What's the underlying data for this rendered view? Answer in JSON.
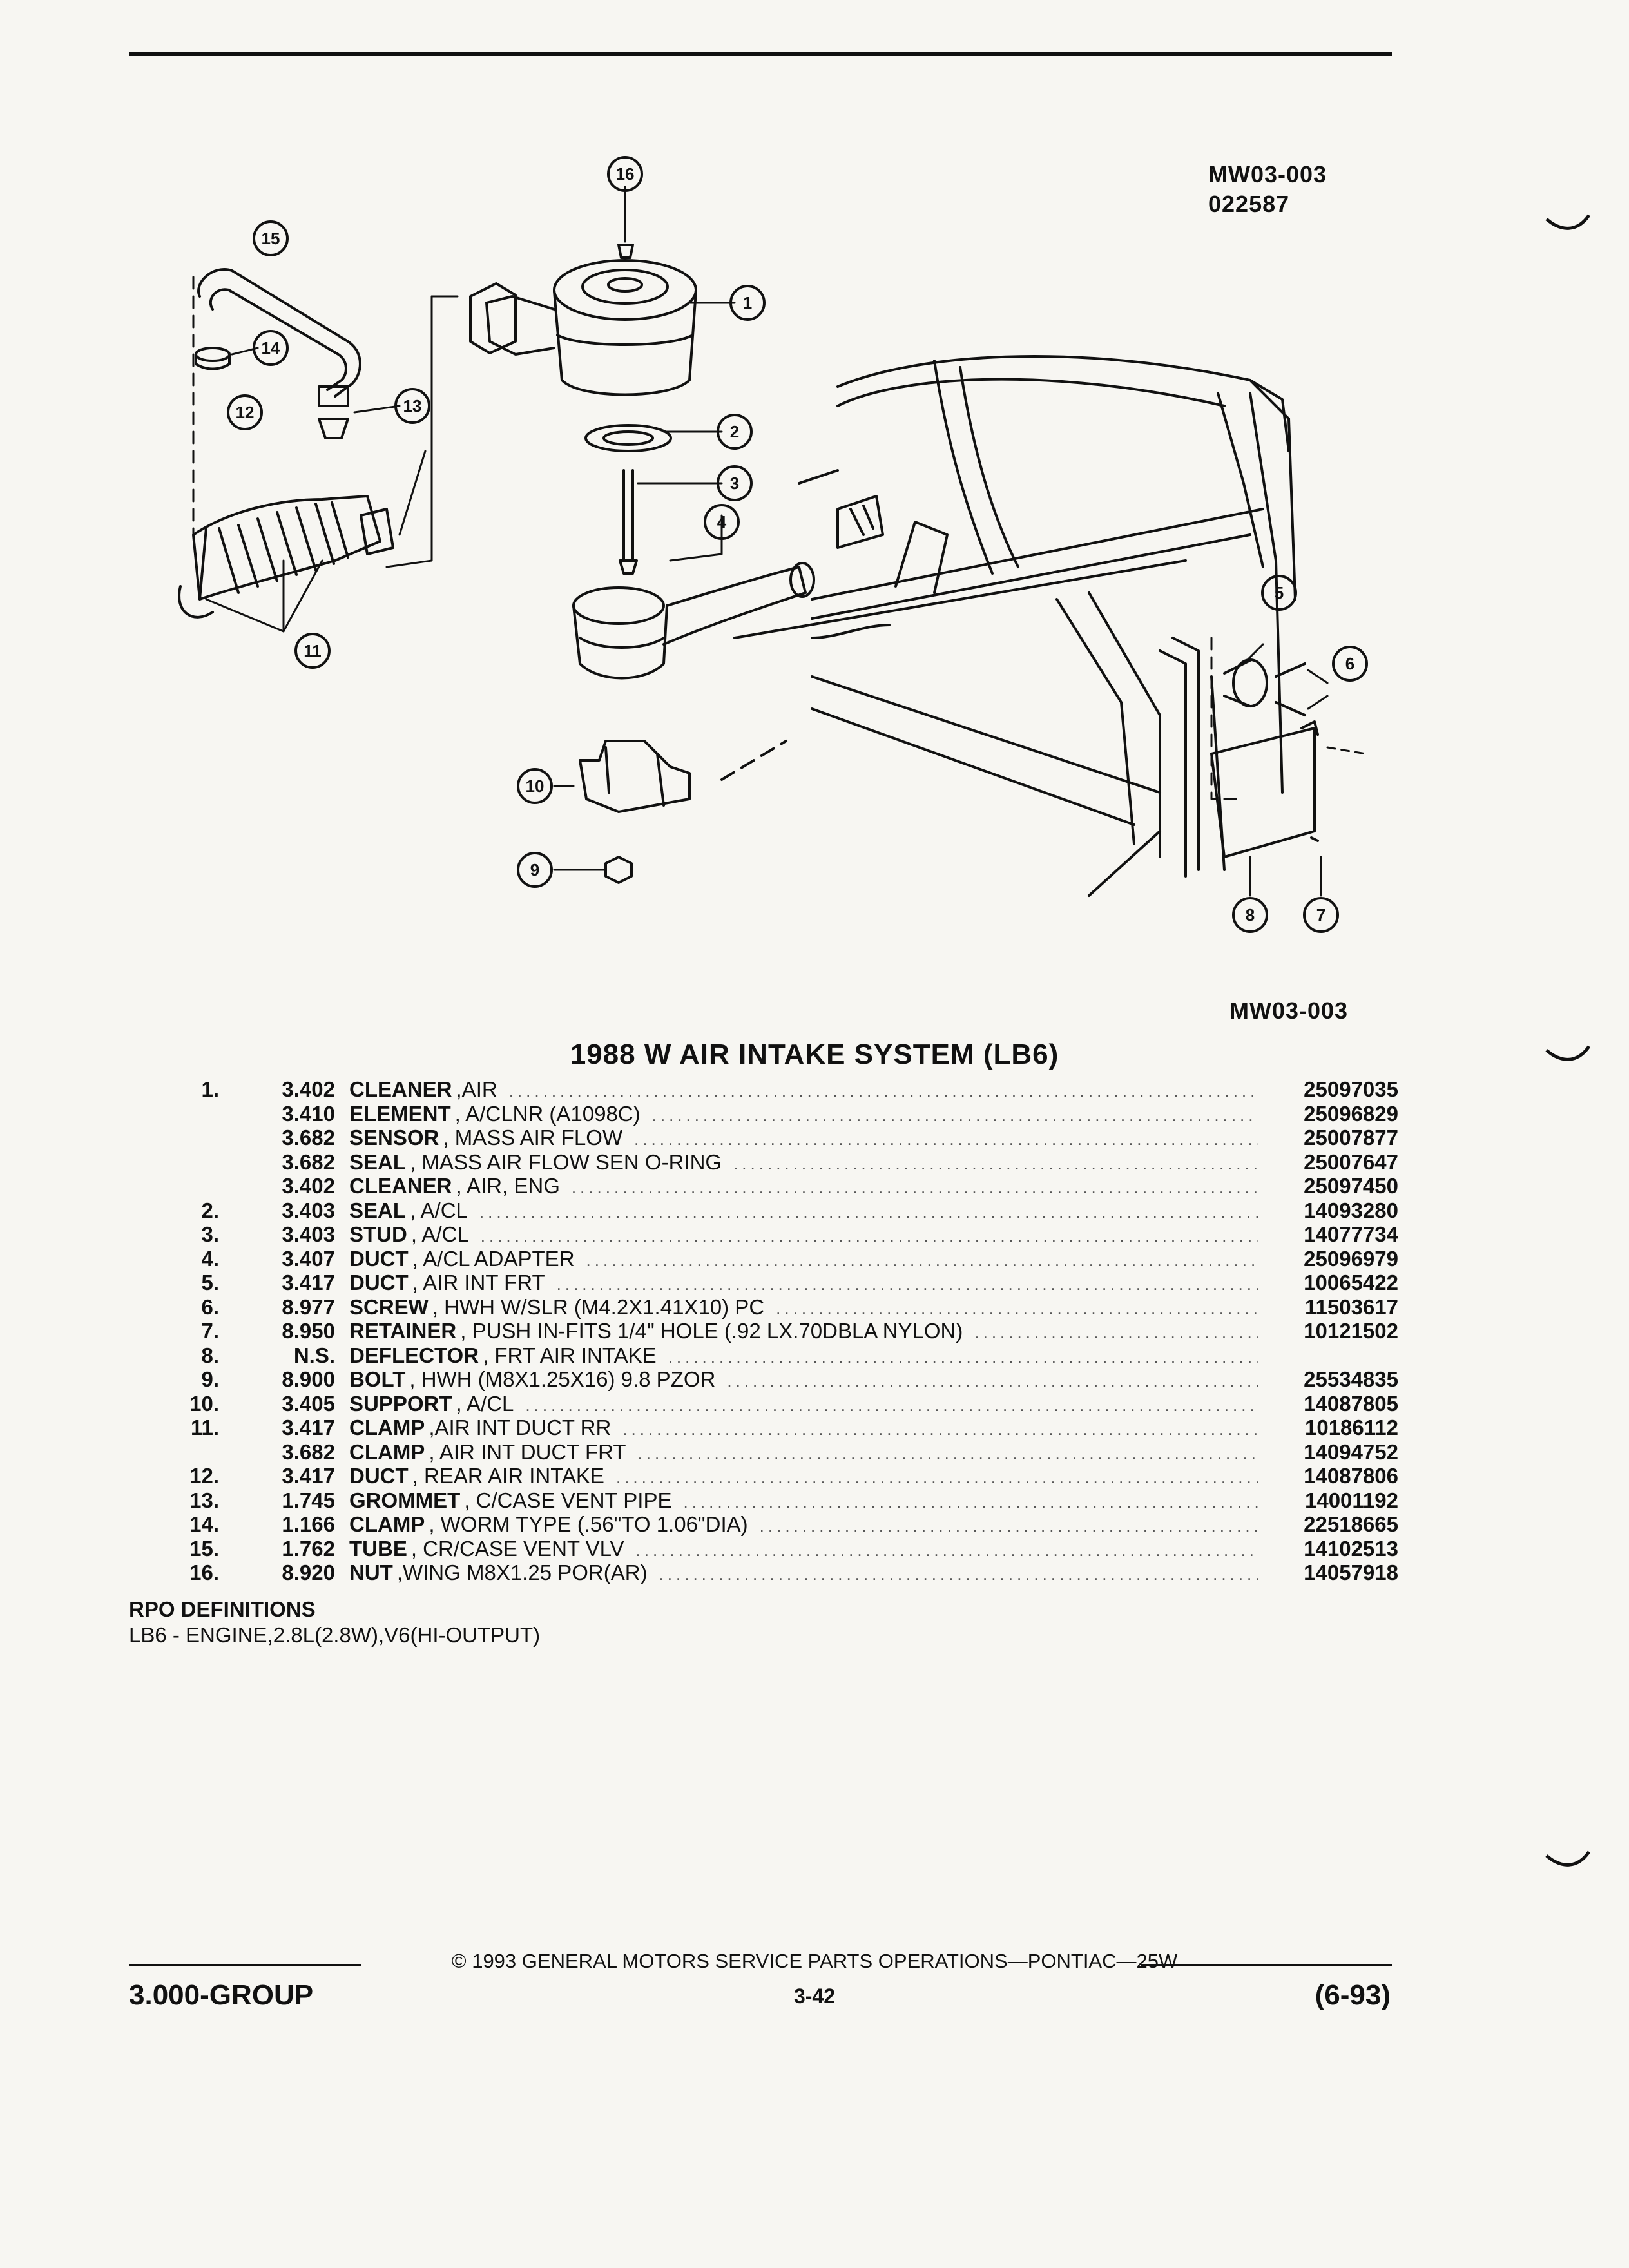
{
  "header": {
    "fig_code": "MW03-003",
    "fig_number": "022587"
  },
  "diagram": {
    "callouts": [
      "1",
      "2",
      "3",
      "4",
      "5",
      "6",
      "7",
      "8",
      "9",
      "10",
      "11",
      "12",
      "13",
      "14",
      "15",
      "16"
    ]
  },
  "figure_caption": "MW03-003",
  "title": "1988 W AIR INTAKE SYSTEM (LB6)",
  "parts": [
    {
      "ref": "1.",
      "group": "3.402",
      "name": "CLEANER",
      "desc": ",AIR",
      "pn": "25097035"
    },
    {
      "ref": "",
      "group": "3.410",
      "name": "ELEMENT",
      "desc": ", A/CLNR (A1098C)",
      "pn": "25096829"
    },
    {
      "ref": "",
      "group": "3.682",
      "name": "SENSOR",
      "desc": ", MASS AIR FLOW",
      "pn": "25007877"
    },
    {
      "ref": "",
      "group": "3.682",
      "name": "SEAL",
      "desc": ", MASS AIR FLOW SEN O-RING",
      "pn": "25007647"
    },
    {
      "ref": "",
      "group": "3.402",
      "name": "CLEANER",
      "desc": ", AIR, ENG",
      "pn": "25097450"
    },
    {
      "ref": "2.",
      "group": "3.403",
      "name": "SEAL",
      "desc": ", A/CL",
      "pn": "14093280"
    },
    {
      "ref": "3.",
      "group": "3.403",
      "name": "STUD",
      "desc": ", A/CL",
      "pn": "14077734"
    },
    {
      "ref": "4.",
      "group": "3.407",
      "name": "DUCT",
      "desc": ", A/CL ADAPTER",
      "pn": "25096979"
    },
    {
      "ref": "5.",
      "group": "3.417",
      "name": "DUCT",
      "desc": ", AIR INT FRT",
      "pn": "10065422"
    },
    {
      "ref": "6.",
      "group": "8.977",
      "name": "SCREW",
      "desc": ", HWH W/SLR (M4.2X1.41X10) PC",
      "pn": "11503617"
    },
    {
      "ref": "7.",
      "group": "8.950",
      "name": "RETAINER",
      "desc": ", PUSH IN-FITS 1/4\" HOLE (.92 LX.70DBLA NYLON)",
      "pn": "10121502"
    },
    {
      "ref": "8.",
      "group": "N.S.",
      "name": "DEFLECTOR",
      "desc": ", FRT AIR INTAKE",
      "pn": ""
    },
    {
      "ref": "9.",
      "group": "8.900",
      "name": "BOLT",
      "desc": ", HWH (M8X1.25X16) 9.8 PZOR",
      "pn": "25534835"
    },
    {
      "ref": "10.",
      "group": "3.405",
      "name": "SUPPORT",
      "desc": ", A/CL",
      "pn": "14087805"
    },
    {
      "ref": "11.",
      "group": "3.417",
      "name": "CLAMP",
      "desc": ",AIR INT DUCT RR",
      "pn": "10186112"
    },
    {
      "ref": "",
      "group": "3.682",
      "name": "CLAMP",
      "desc": ", AIR INT DUCT FRT",
      "pn": "14094752"
    },
    {
      "ref": "12.",
      "group": "3.417",
      "name": "DUCT",
      "desc": ", REAR AIR INTAKE",
      "pn": "14087806"
    },
    {
      "ref": "13.",
      "group": "1.745",
      "name": "GROMMET",
      "desc": ", C/CASE VENT PIPE",
      "pn": "14001192"
    },
    {
      "ref": "14.",
      "group": "1.166",
      "name": "CLAMP",
      "desc": ", WORM TYPE (.56\"TO 1.06\"DIA)",
      "pn": "22518665"
    },
    {
      "ref": "15.",
      "group": "1.762",
      "name": "TUBE",
      "desc": ", CR/CASE VENT VLV",
      "pn": "14102513"
    },
    {
      "ref": "16.",
      "group": "8.920",
      "name": "NUT",
      "desc": ",WING M8X1.25 POR(AR)",
      "pn": "14057918"
    }
  ],
  "rpo": {
    "heading": "RPO DEFINITIONS",
    "definition": "LB6 - ENGINE,2.8L(2.8W),V6(HI-OUTPUT)"
  },
  "footer": {
    "copyright": "© 1993 GENERAL MOTORS SERVICE PARTS OPERATIONS—PONTIAC—25W",
    "group": "3.000-GROUP",
    "page": "3-42",
    "date": "(6-93)"
  }
}
